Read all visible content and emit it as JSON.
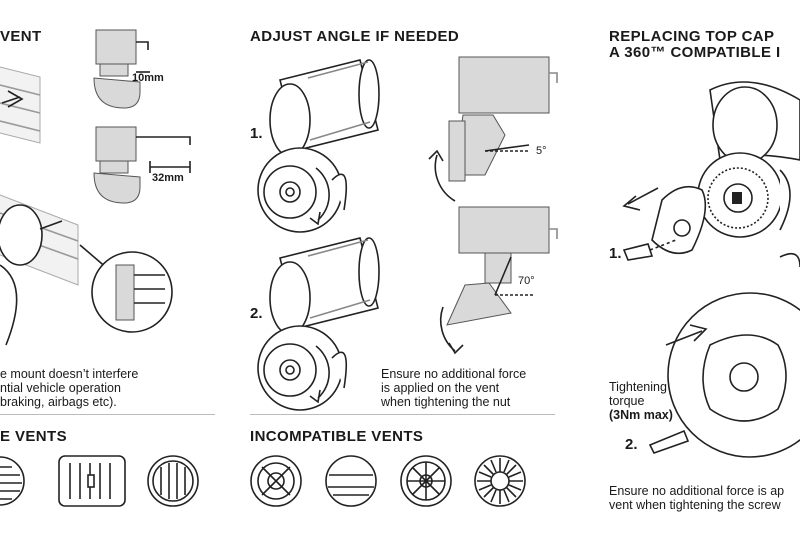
{
  "left_panel": {
    "heading": "VENT",
    "dim_top": "10mm",
    "dim_bottom": "32mm",
    "note_lines": [
      "e mount doesn’t interfere",
      "ntial vehicle operation",
      "braking, airbags etc)."
    ]
  },
  "middle_panel": {
    "heading": "ADJUST ANGLE IF NEEDED",
    "step1": "1.",
    "step2": "2.",
    "angle_small": "5°",
    "angle_large": "70°",
    "note_lines": [
      "Ensure no additional force",
      "is applied on the vent",
      "when tightening the nut"
    ]
  },
  "right_panel": {
    "heading_lines": [
      "REPLACING TOP CAP",
      "A 360™ COMPATIBLE I"
    ],
    "step1": "1.",
    "step2": "2.",
    "torque_lines": [
      "Tightening",
      "torque"
    ],
    "torque_value": "(3Nm max)",
    "note_lines": [
      "Ensure no additional force is ap",
      "vent when tightening the screw"
    ]
  },
  "vents": {
    "compatible_heading": "E VENTS",
    "incompatible_heading": "INCOMPATIBLE VENTS"
  },
  "icons": [
    "mount-icon",
    "vent-icon",
    "arrow-icon",
    "screw-icon",
    "cap-icon"
  ]
}
